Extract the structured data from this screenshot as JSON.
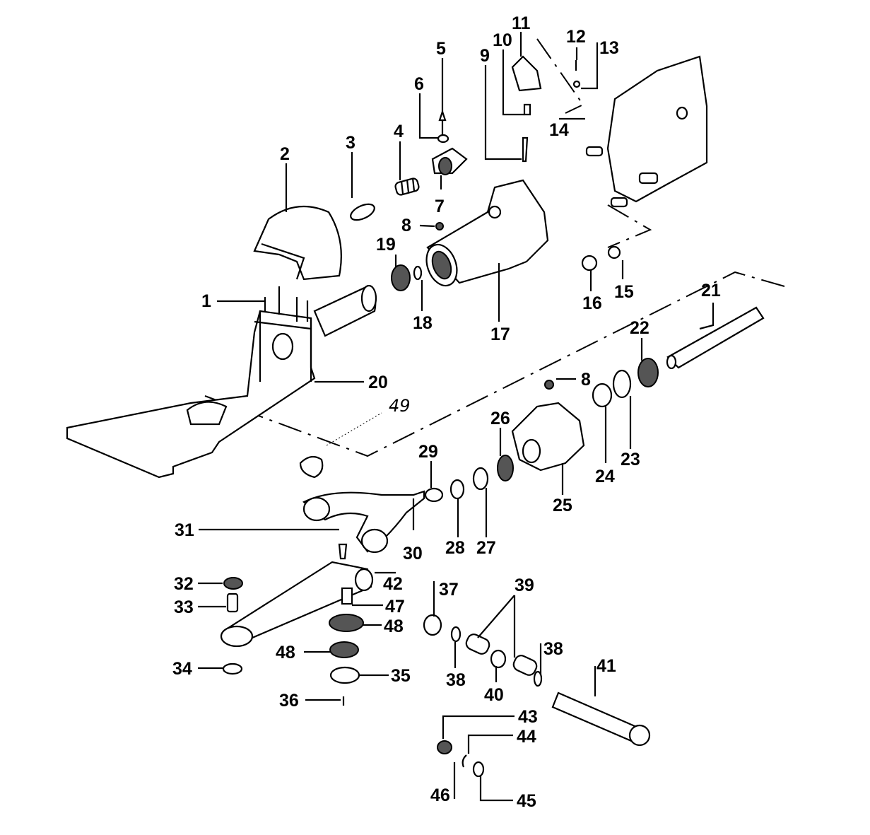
{
  "diagram": {
    "type": "exploded-parts-diagram",
    "callouts": [
      {
        "id": "1",
        "label": "1"
      },
      {
        "id": "2",
        "label": "2"
      },
      {
        "id": "3",
        "label": "3"
      },
      {
        "id": "4",
        "label": "4"
      },
      {
        "id": "5",
        "label": "5"
      },
      {
        "id": "6",
        "label": "6"
      },
      {
        "id": "7",
        "label": "7"
      },
      {
        "id": "8a",
        "label": "8"
      },
      {
        "id": "8b",
        "label": "8"
      },
      {
        "id": "9",
        "label": "9"
      },
      {
        "id": "10",
        "label": "10"
      },
      {
        "id": "11",
        "label": "11"
      },
      {
        "id": "12",
        "label": "12"
      },
      {
        "id": "13",
        "label": "13"
      },
      {
        "id": "14",
        "label": "14"
      },
      {
        "id": "15",
        "label": "15"
      },
      {
        "id": "16",
        "label": "16"
      },
      {
        "id": "17",
        "label": "17"
      },
      {
        "id": "18",
        "label": "18"
      },
      {
        "id": "19",
        "label": "19"
      },
      {
        "id": "20",
        "label": "20"
      },
      {
        "id": "21",
        "label": "21"
      },
      {
        "id": "22",
        "label": "22"
      },
      {
        "id": "23",
        "label": "23"
      },
      {
        "id": "24",
        "label": "24"
      },
      {
        "id": "25",
        "label": "25"
      },
      {
        "id": "26",
        "label": "26"
      },
      {
        "id": "27",
        "label": "27"
      },
      {
        "id": "28",
        "label": "28"
      },
      {
        "id": "29",
        "label": "29"
      },
      {
        "id": "30",
        "label": "30"
      },
      {
        "id": "31",
        "label": "31"
      },
      {
        "id": "32",
        "label": "32"
      },
      {
        "id": "33",
        "label": "33"
      },
      {
        "id": "34",
        "label": "34"
      },
      {
        "id": "35",
        "label": "35"
      },
      {
        "id": "36",
        "label": "36"
      },
      {
        "id": "37",
        "label": "37"
      },
      {
        "id": "38a",
        "label": "38"
      },
      {
        "id": "38b",
        "label": "38"
      },
      {
        "id": "39",
        "label": "39"
      },
      {
        "id": "40",
        "label": "40"
      },
      {
        "id": "41",
        "label": "41"
      },
      {
        "id": "42",
        "label": "42"
      },
      {
        "id": "43",
        "label": "43"
      },
      {
        "id": "44",
        "label": "44"
      },
      {
        "id": "45",
        "label": "45"
      },
      {
        "id": "46",
        "label": "46"
      },
      {
        "id": "47",
        "label": "47"
      },
      {
        "id": "48a",
        "label": "48"
      },
      {
        "id": "48b",
        "label": "48"
      }
    ],
    "handwritten_note": "49"
  }
}
